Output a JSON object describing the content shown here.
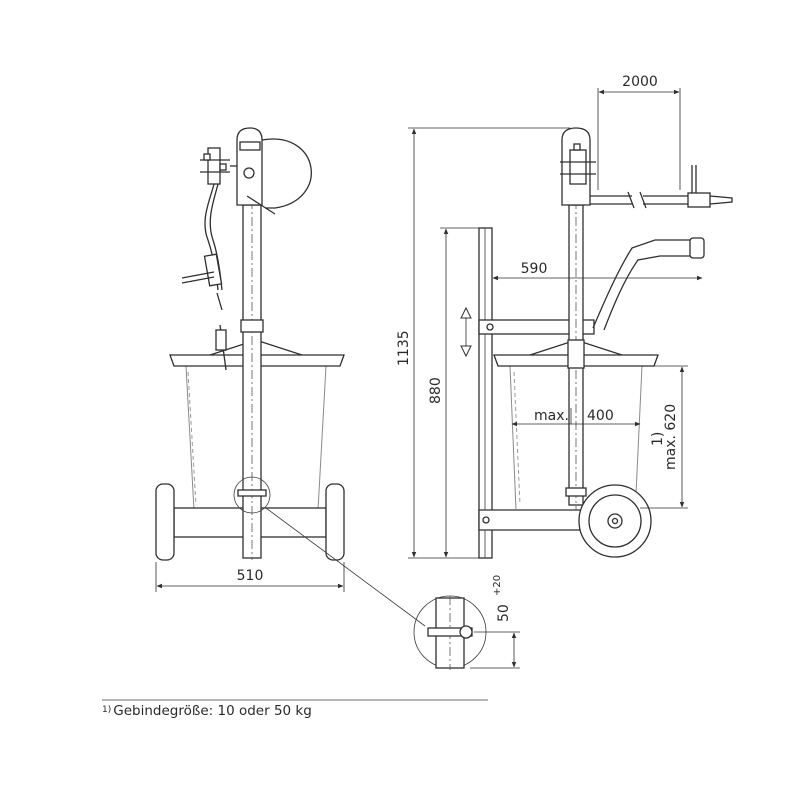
{
  "dimensions": {
    "hose_length": "2000",
    "arm_reach": "590",
    "total_height": "1135",
    "column_height": "880",
    "container_diameter_prefix": "max.",
    "container_diameter": "400",
    "container_height": "max. 620",
    "container_height_note": "1)",
    "track_width": "510",
    "clamp_adjust": "50",
    "clamp_adjust_tolerance": "+20"
  },
  "footnote": {
    "marker": "1)",
    "text": "Gebindegröße: 10 oder 50 kg"
  }
}
